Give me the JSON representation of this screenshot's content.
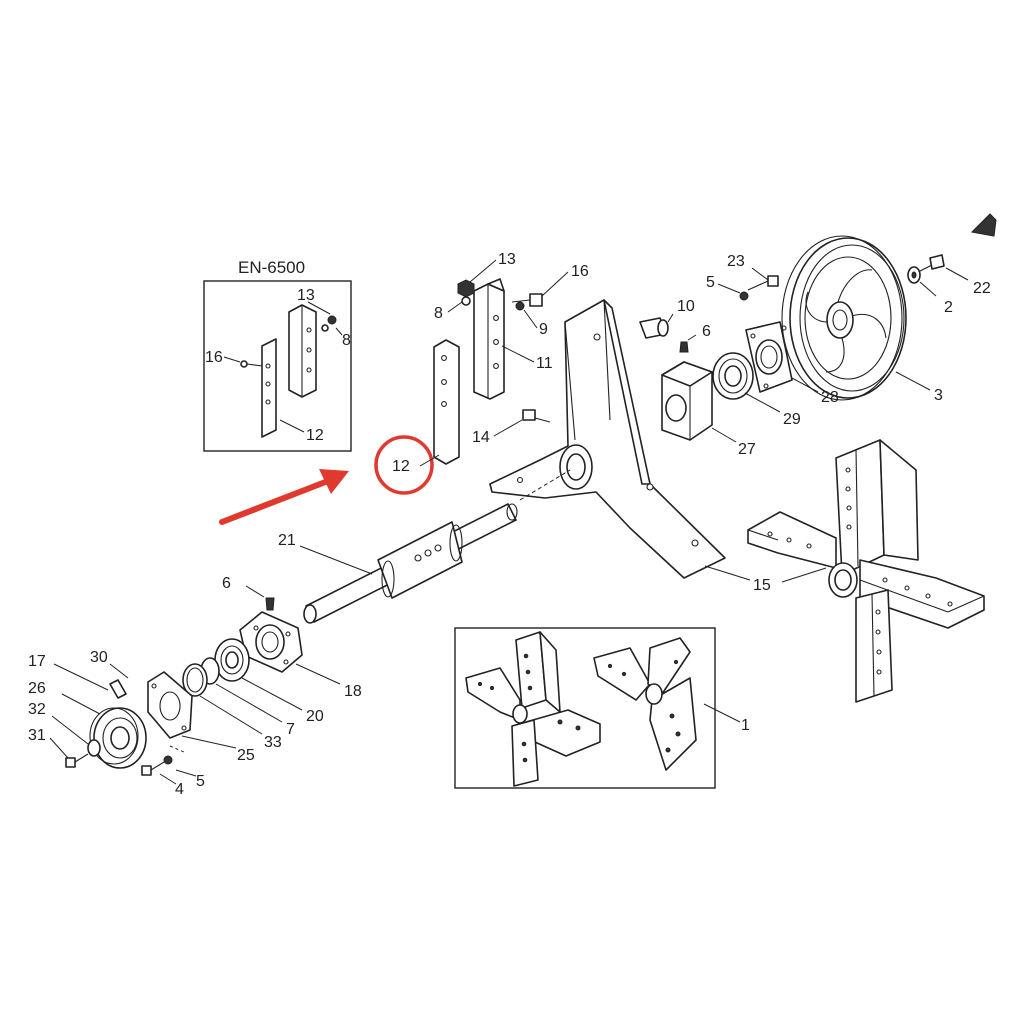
{
  "inset_title": "EN-6500",
  "highlight": {
    "label": "12",
    "color": "#e03a2f"
  },
  "callouts": [
    "13",
    "16",
    "8",
    "9",
    "11",
    "14",
    "10",
    "6",
    "27",
    "29",
    "28",
    "23",
    "5",
    "22",
    "2",
    "3",
    "15",
    "21",
    "6",
    "18",
    "20",
    "7",
    "33",
    "25",
    "30",
    "17",
    "26",
    "32",
    "31",
    "4",
    "5",
    "1"
  ],
  "inset_callouts": [
    "13",
    "8",
    "16",
    "12"
  ],
  "icons": [
    "arrow-icon",
    "corner-arrow-icon"
  ]
}
